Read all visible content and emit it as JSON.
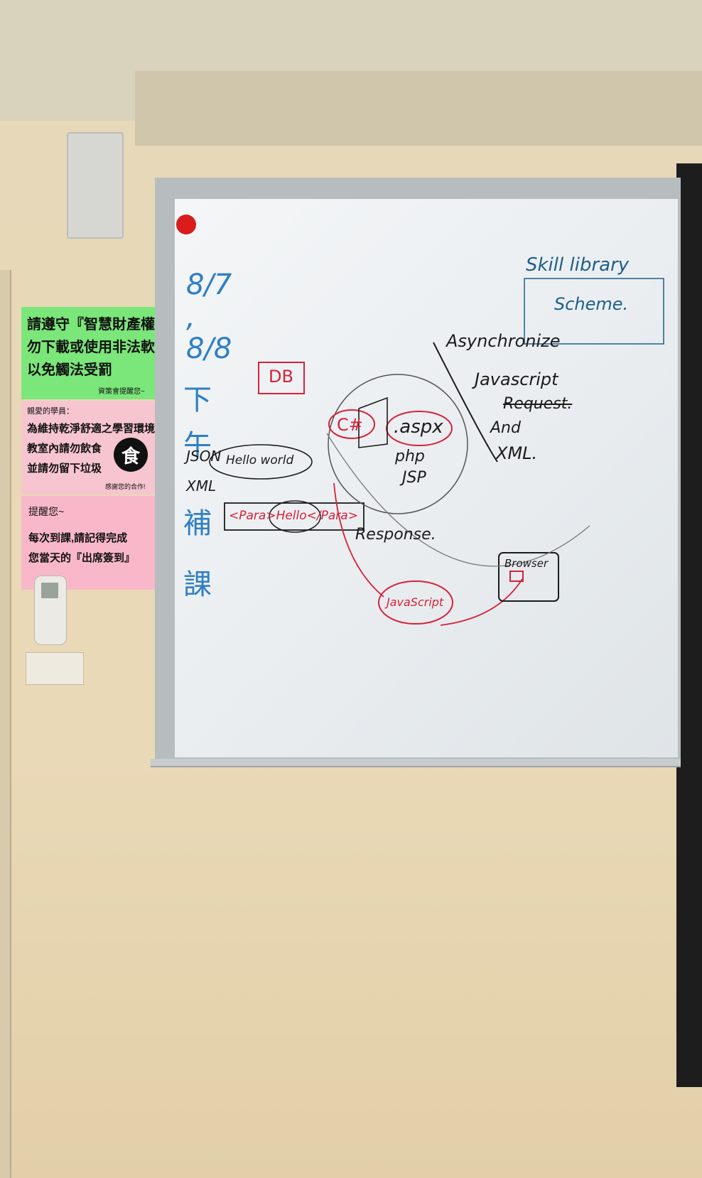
{
  "posters": {
    "green": {
      "line1": "請遵守『智慧財產權』",
      "line2": "勿下載或使用非法軟體",
      "line3": "以免觸法受罰",
      "footer": "資策會提醒您~"
    },
    "pink": {
      "greeting": "親愛的學員：",
      "line1": "為維持乾淨舒適之學習環境",
      "line2": "教室內請勿飲食",
      "line3": "並請勿留下垃圾",
      "badge": "食",
      "footer": "感謝您的合作!"
    },
    "pink2": {
      "heading": "提醒您~",
      "line1": "每次到課,請記得完成",
      "line2": "您當天的『出席簽到』"
    }
  },
  "whiteboard": {
    "date1": "8/7",
    "date2": "8/8",
    "comma": ",",
    "chars": [
      "下",
      "午",
      "補",
      "課"
    ],
    "json": "JSON",
    "xml": "XML",
    "db": "DB",
    "hello_world": "Hello world",
    "para_tag": "<Para>Hello</Para>",
    "csharp": "C#",
    "aspx": ".aspx",
    "php": "php",
    "jsp": "JSP",
    "response": "Response.",
    "javascript_node": "JavaScript",
    "browser": "Browser",
    "ajax_list": [
      "Asynchronize",
      "Javascript",
      "Request.",
      "And",
      "XML."
    ],
    "top_right_1": "Skill library",
    "top_right_2": "Scheme."
  },
  "colors": {
    "wall": "#e7d9b9",
    "board": "#eef1f3",
    "blue_ink": "#2f7fc4",
    "red_ink": "#d6223a",
    "black_ink": "#1b1b1b",
    "green_poster": "#7be67a",
    "pink_poster": "#f6c5cf"
  }
}
